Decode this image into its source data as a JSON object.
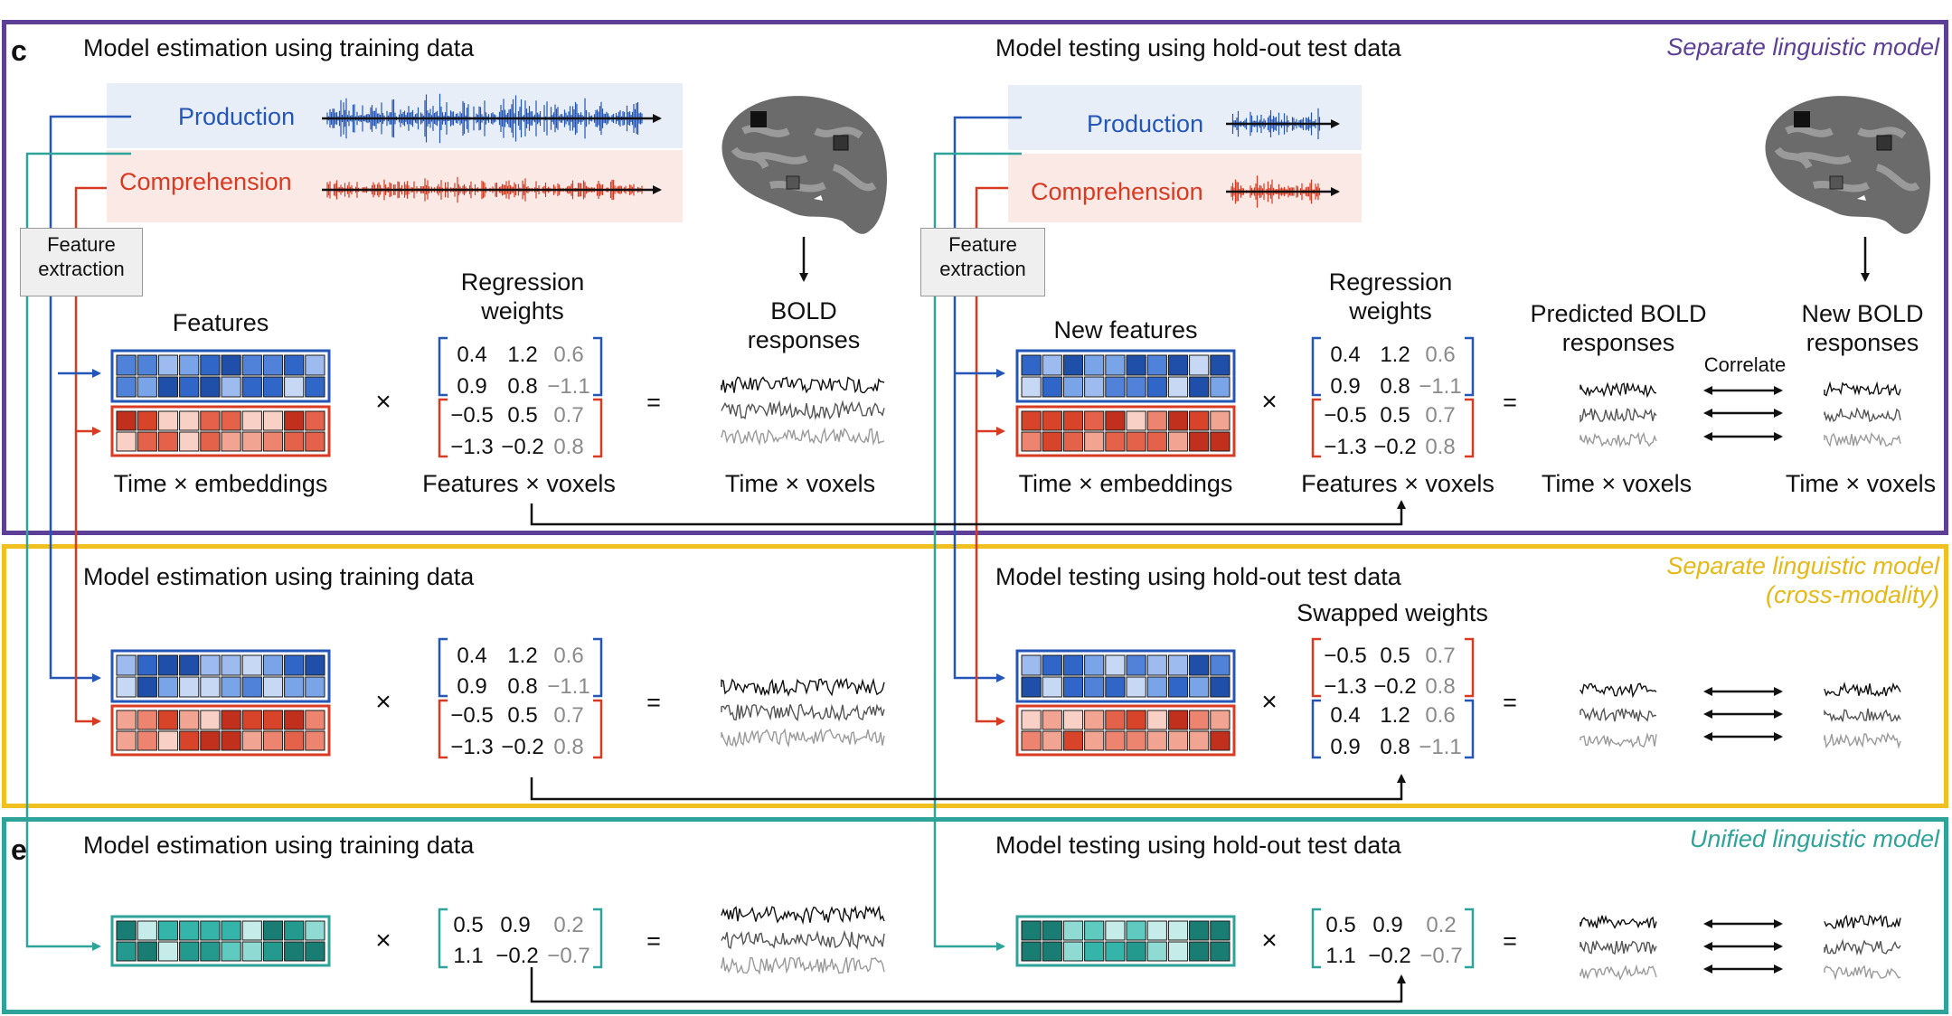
{
  "panels": {
    "c": {
      "label": "c",
      "tag": "Separate linguistic model",
      "train_title": "Model estimation using training data",
      "test_title": "Model testing using hold-out test data",
      "production": "Production",
      "comprehension": "Comprehension",
      "feature_extraction": "Feature extraction",
      "features": "Features",
      "new_features": "New features",
      "regression_weights": "Regression weights",
      "bold_responses": "BOLD responses",
      "predicted_bold": "Predicted BOLD responses",
      "new_bold": "New BOLD responses",
      "correlate": "Correlate",
      "time_embeddings": "Time × embeddings",
      "features_voxels": "Features × voxels",
      "time_voxels": "Time × voxels"
    },
    "d": {
      "tag": "Separate linguistic model (cross-modality)",
      "train_title": "Model estimation using training data",
      "test_title": "Model testing using hold-out test data",
      "swapped_weights": "Swapped weights"
    },
    "e": {
      "label": "e",
      "tag": "Unified linguistic model",
      "train_title": "Model estimation using training data",
      "test_title": "Model testing using hold-out test data"
    }
  },
  "symbols": {
    "times": "×",
    "equals": "="
  },
  "matrices": {
    "production_weights": [
      [
        "0.4",
        "1.2",
        "0.6"
      ],
      [
        "0.9",
        "0.8",
        "−1.1"
      ]
    ],
    "comprehension_weights": [
      [
        "−0.5",
        "0.5",
        "0.7"
      ],
      [
        "−1.3",
        "−0.2",
        "0.8"
      ]
    ],
    "unified_weights": [
      [
        "0.5",
        "0.9",
        "0.2"
      ],
      [
        "1.1",
        "−0.2",
        "−0.7"
      ]
    ]
  },
  "colors": {
    "production": "#2456b8",
    "comprehension": "#d83a22",
    "unified": "#2ea39a",
    "panel_c": "#5e3f97",
    "panel_d": "#f0c020",
    "panel_e": "#2ea39a"
  },
  "icons": [
    "audio-waveform-icon",
    "brain-surface-icon",
    "bold-timeseries-icon"
  ]
}
